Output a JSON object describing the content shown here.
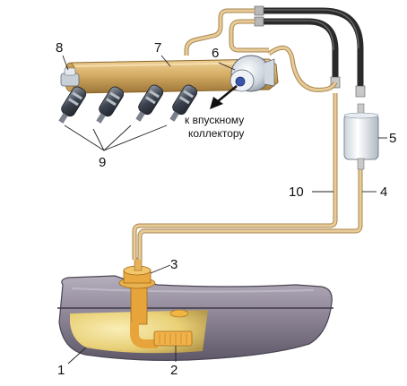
{
  "callouts": {
    "n1": "1",
    "n2": "2",
    "n3": "3",
    "n4": "4",
    "n5": "5",
    "n6": "6",
    "n7": "7",
    "n8": "8",
    "n9": "9",
    "n10": "10"
  },
  "annotation": {
    "line1": "к впускному",
    "line2": "коллектору"
  },
  "colors": {
    "tube": "#e2c08a",
    "tube_edge": "#a88550",
    "hose": "#2a2a2a",
    "rail": "#d6ae66",
    "tank_body": "#8d8597",
    "fuel": "#f4e08a",
    "pump": "#e6a43a"
  },
  "icons": {
    "arrow": "down-left-arrow",
    "filter": "fuel-filter",
    "regulator": "pressure-regulator"
  }
}
